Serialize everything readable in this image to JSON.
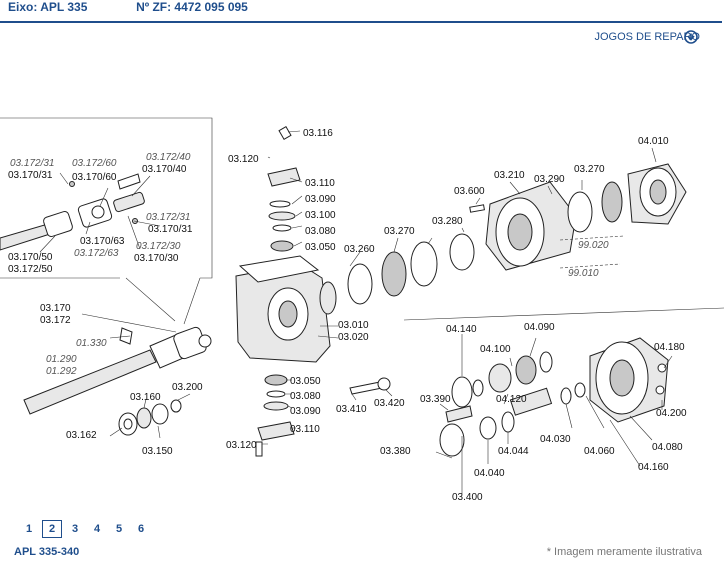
{
  "header": {
    "axle": "Eixo: APL 335",
    "zf_number": "Nº ZF: 4472 095 095"
  },
  "repair_link": {
    "label": "JOGOS DE REPARO",
    "icon": "down-arrow-circle-icon"
  },
  "labels": {
    "l03116": "03.116",
    "l03120a": "03.120",
    "l03110a": "03.110",
    "l03090a": "03.090",
    "l03100": "03.100",
    "l03080a": "03.080",
    "l03050a": "03.050",
    "l03172_31i": "03.172/31",
    "l03170_31a": "03.170/31",
    "l03172_60i": "03.172/60",
    "l03170_60": "03.170/60",
    "l03172_40i": "03.172/40",
    "l03170_40": "03.170/40",
    "l03172_31ib": "03.172/31",
    "l03170_31b": "03.170/31",
    "l03170_63": "03.170/63",
    "l03172_30i": "03.172/30",
    "l03172_63i": "03.172/63",
    "l03170_30": "03.170/30",
    "l03170_50": "03.170/50",
    "l03172_50": "03.172/50",
    "l03170": "03.170",
    "l03172": "03.172",
    "l01330i": "01.330",
    "l01290i": "01.290",
    "l01292i": "01.292",
    "l03160": "03.160",
    "l03200": "03.200",
    "l03162": "03.162",
    "l03150": "03.150",
    "l03010": "03.010",
    "l03020": "03.020",
    "l03050b": "03.050",
    "l03080b": "03.080",
    "l03090b": "03.090",
    "l03110b": "03.110",
    "l03120b": "03.120",
    "l03410": "03.410",
    "l03420": "03.420",
    "l03260": "03.260",
    "l03270a": "03.270",
    "l03280": "03.280",
    "l03600": "03.600",
    "l03210": "03.210",
    "l03290": "03.290",
    "l03270b": "03.270",
    "l04010": "04.010",
    "l99020i": "99.020",
    "l99010i": "99.010",
    "l04140": "04.140",
    "l04090": "04.090",
    "l04100": "04.100",
    "l04180": "04.180",
    "l03390": "03.390",
    "l04120": "04.120",
    "l04200": "04.200",
    "l04030": "04.030",
    "l04060": "04.060",
    "l04080": "04.080",
    "l04160": "04.160",
    "l03380": "03.380",
    "l04044": "04.044",
    "l04040": "04.040",
    "l03400": "03.400"
  },
  "pagination": {
    "pages": [
      "1",
      "2",
      "3",
      "4",
      "5",
      "6"
    ],
    "current": "2"
  },
  "footer": {
    "model": "APL 335-340",
    "note": "* Imagem meramente ilustrativa"
  },
  "colors": {
    "brand": "#1f4e8c",
    "line": "#333333",
    "italic_label": "#555555"
  }
}
